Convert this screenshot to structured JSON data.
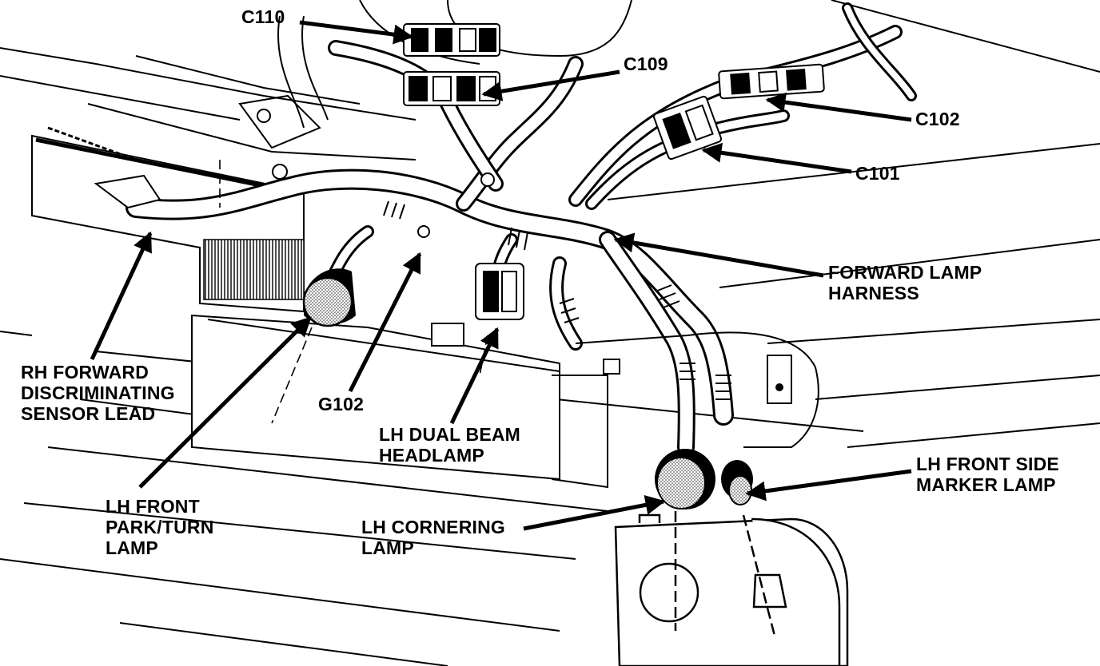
{
  "colors": {
    "ink": "#000000",
    "paper": "#ffffff",
    "shade": "#9a9a9a"
  },
  "labels": {
    "c110": {
      "lines": [
        "C110"
      ]
    },
    "c109": {
      "lines": [
        "C109"
      ]
    },
    "c102": {
      "lines": [
        "C102"
      ]
    },
    "c101": {
      "lines": [
        "C101"
      ]
    },
    "forward_lamp_harness": {
      "lines": [
        "FORWARD LAMP",
        "HARNESS"
      ]
    },
    "rh_sensor_lead": {
      "lines": [
        "RH FORWARD",
        "DISCRIMINATING",
        "SENSOR LEAD"
      ]
    },
    "g102": {
      "lines": [
        "G102"
      ]
    },
    "lh_dual_beam_headlamp": {
      "lines": [
        "LH DUAL BEAM",
        "HEADLAMP"
      ]
    },
    "lh_front_side_marker_lamp": {
      "lines": [
        "LH FRONT SIDE",
        "MARKER LAMP"
      ]
    },
    "lh_front_park_turn_lamp": {
      "lines": [
        "LH FRONT",
        "PARK/TURN",
        "LAMP"
      ]
    },
    "lh_cornering_lamp": {
      "lines": [
        "LH CORNERING",
        "LAMP"
      ]
    }
  }
}
